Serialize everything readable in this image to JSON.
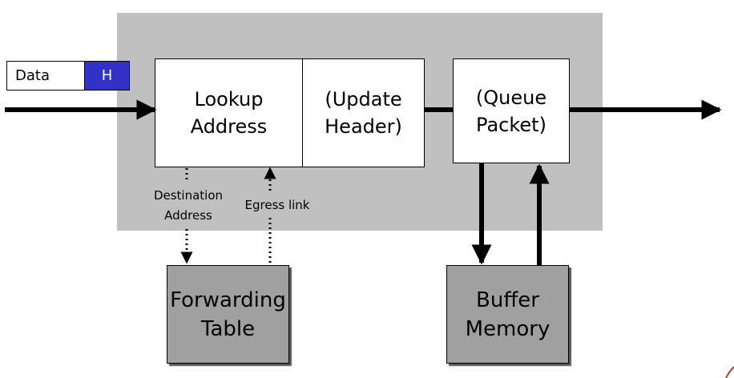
{
  "packet": {
    "data_label": "Data",
    "header_label": "H"
  },
  "stages": {
    "lookup": "Lookup\nAddress",
    "update": "(Update\nHeader)",
    "queue": "(Queue\nPacket)"
  },
  "external": {
    "forwarding_table": "Forwarding\nTable",
    "buffer_memory": "Buffer\nMemory"
  },
  "links": {
    "destination_address": "Destination\nAddress",
    "egress_link": "Egress link"
  },
  "colors": {
    "backdrop": "#c0c0c0",
    "header": "#3232c8",
    "external_box": "#a0a0a0",
    "accent_mark": "#c0392b"
  }
}
